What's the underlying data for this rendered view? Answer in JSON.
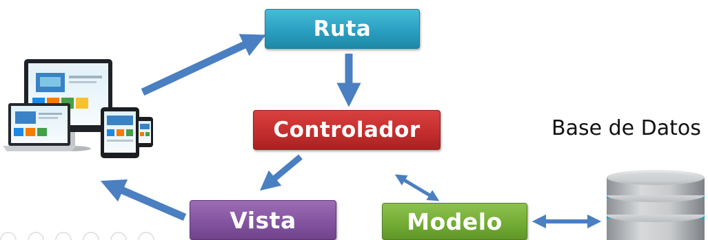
{
  "nodes": {
    "ruta": "Ruta",
    "controlador": "Controlador",
    "vista": "Vista",
    "modelo": "Modelo"
  },
  "database": {
    "label": "Base de Datos",
    "icon": "database-icon"
  },
  "client": {
    "icon": "responsive-devices-icon"
  },
  "colors": {
    "arrow": "#4a7fc1",
    "ruta": "#2ea2c4",
    "controlador": "#c62f2f",
    "vista": "#8656a3",
    "modelo": "#74ad36",
    "db_glow": "#22d3ee"
  }
}
